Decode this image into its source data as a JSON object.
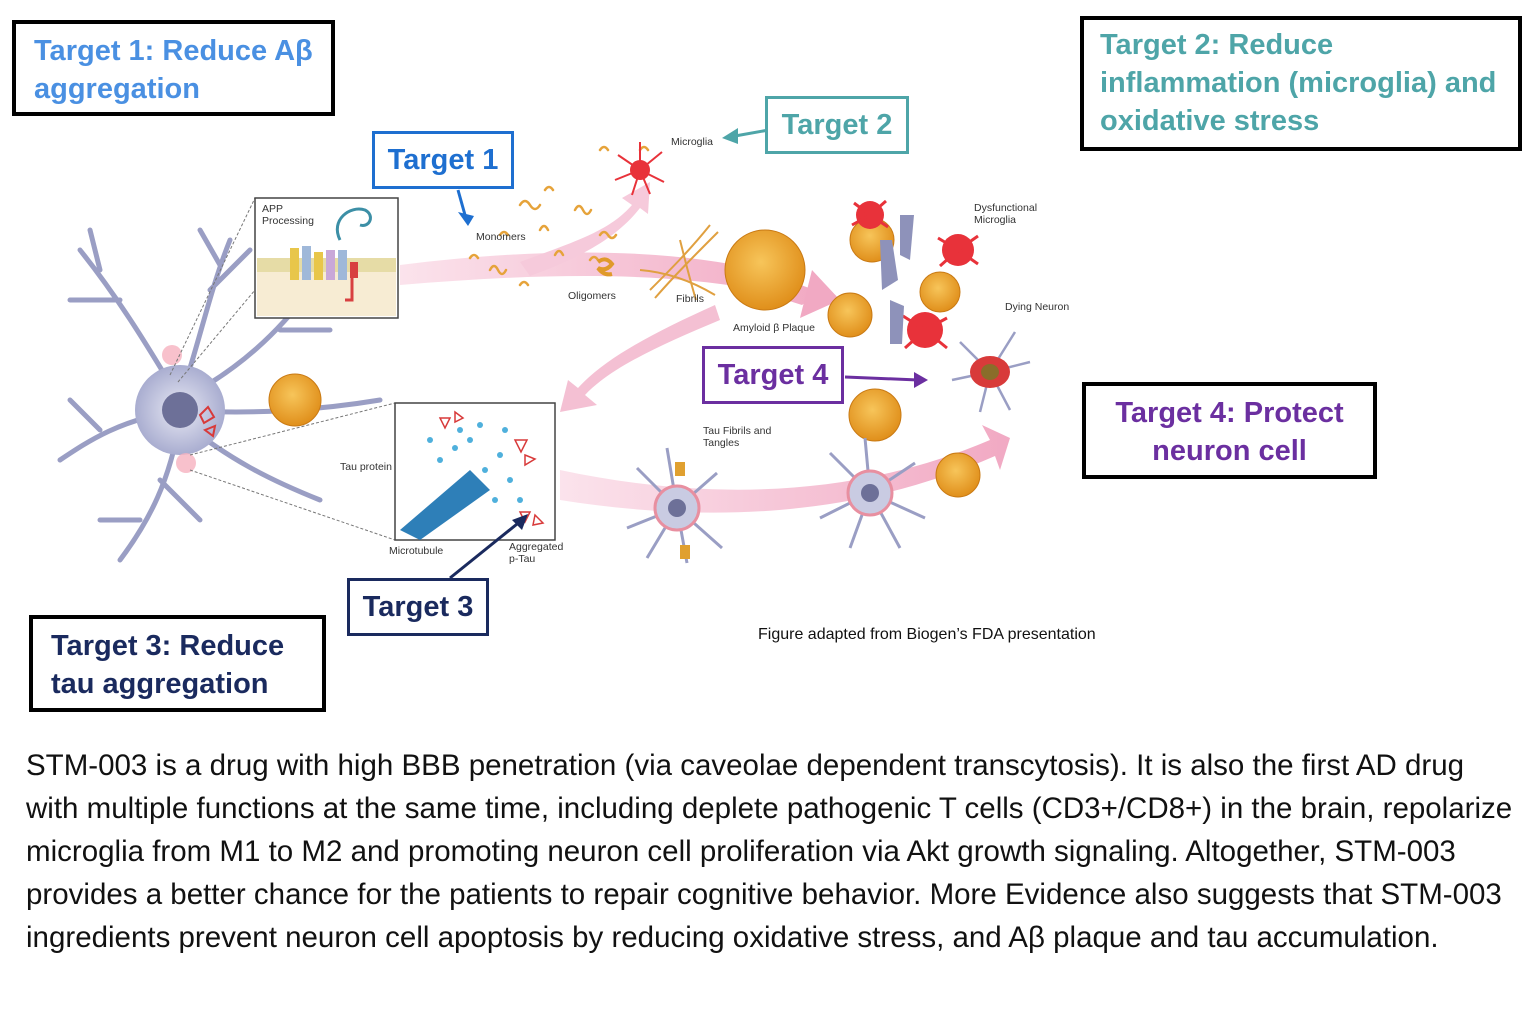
{
  "boxes": {
    "t1": "Target 1: Reduce Aβ aggregation",
    "t2": "Target 2: Reduce inflammation (microglia) and oxidative stress",
    "t3": "Target 3: Reduce tau aggregation",
    "t4": "Target 4: Protect neuron cell"
  },
  "tags": {
    "t1": "Target 1",
    "t2": "Target 2",
    "t3": "Target 3",
    "t4": "Target 4"
  },
  "labels": {
    "app": "APP Processing",
    "monomers": "Monomers",
    "oligomers": "Oligomers",
    "fibrils": "Fibrils",
    "plaque": "Amyloid β Plaque",
    "microglia": "Microglia",
    "dysfunctional": "Dysfunctional Microglia",
    "dying": "Dying Neuron",
    "tau_protein": "Tau protein",
    "microtubule": "Microtubule",
    "aggregated": "Aggregated p-Tau",
    "tau_fibrils": "Tau Fibrils and Tangles"
  },
  "caption": "Figure adapted from Biogen’s FDA presentation",
  "paragraph": "STM-003 is a drug with high BBB penetration (via caveolae dependent transcytosis). It is also the first AD drug with multiple functions at the same time, including deplete pathogenic T cells (CD3+/CD8+) in the brain, repolarize microglia from M1 to M2 and promoting neuron cell proliferation via Akt growth signaling. Altogether, STM-003 provides a better chance for the patients to repair cognitive behavior. More Evidence also suggests that STM-003 ingredients prevent neuron cell apoptosis by reducing oxidative stress, and Aβ plaque and tau accumulation.",
  "colors": {
    "target1": "#4a90e2",
    "target2": "#4ea5a8",
    "target3": "#1a2a5e",
    "target4": "#6b2fa0",
    "neuron": "#b9bcd6",
    "plaque": "#f0a830",
    "arrow": "#f4c6d8",
    "microglia": "#e8323a"
  }
}
